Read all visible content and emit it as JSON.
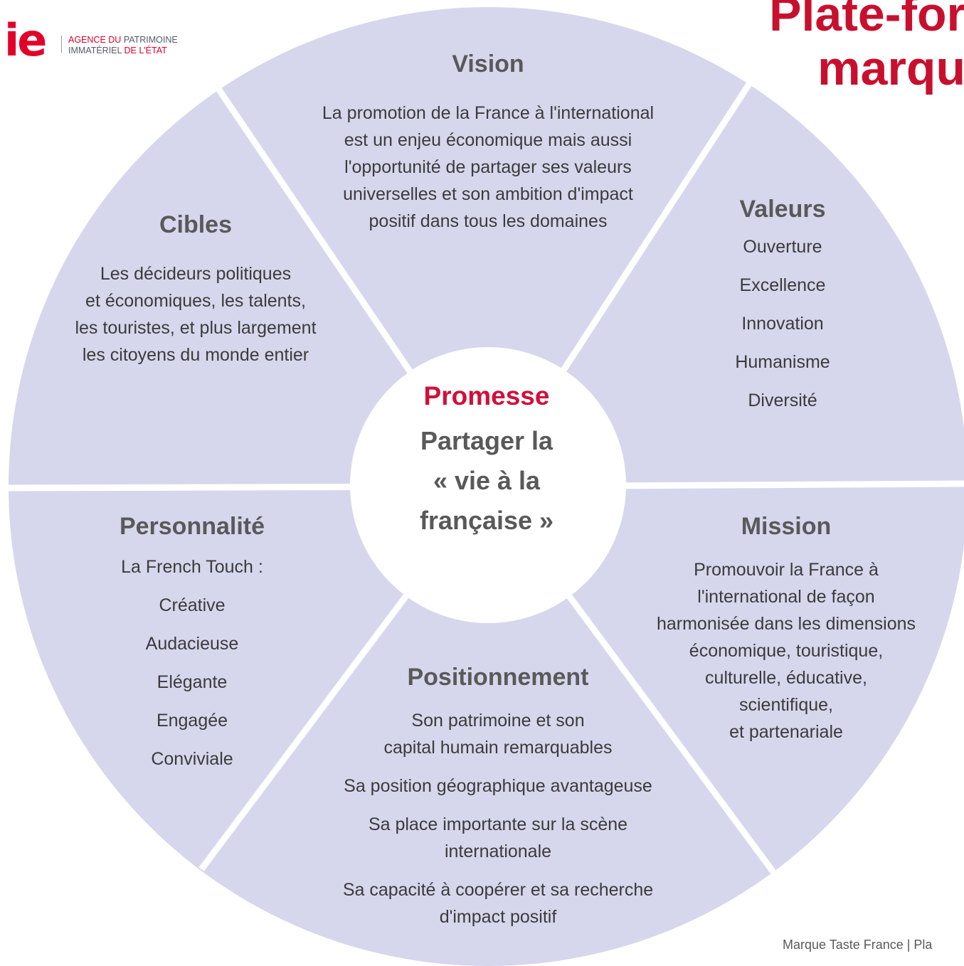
{
  "logo": {
    "mark": "ie",
    "line1_prefix": "AGENCE DU",
    "line1_rest": "PATRIMOINE",
    "line2_prefix": "IMMATÉRIEL",
    "line2_rest": "DE L'ÉTAT"
  },
  "title": {
    "line1": "Plate-for",
    "line2": "marqu"
  },
  "colors": {
    "segment": "#d6d7ec",
    "divider": "#ffffff",
    "accent": "#d10f3a",
    "heading": "#595959"
  },
  "center": {
    "title": "Promesse",
    "lines": [
      "Partager la",
      "« vie à la",
      "française »"
    ]
  },
  "segments": {
    "vision": {
      "heading": "Vision",
      "lines": [
        "La promotion de la France à l'international",
        "est un enjeu économique mais aussi",
        "l'opportunité de partager ses valeurs",
        "universelles et son ambition d'impact",
        "positif dans tous les domaines"
      ]
    },
    "valeurs": {
      "heading": "Valeurs",
      "items": [
        "Ouverture",
        "Excellence",
        "Innovation",
        "Humanisme",
        "Diversité"
      ]
    },
    "cibles": {
      "heading": "Cibles",
      "lines": [
        "Les décideurs politiques",
        "et économiques, les talents,",
        "les touristes, et plus largement",
        "les citoyens du monde entier"
      ]
    },
    "personnalite": {
      "heading": "Personnalité",
      "items": [
        "La French Touch :",
        "Créative",
        "Audacieuse",
        "Elégante",
        "Engagée",
        "Conviviale"
      ]
    },
    "mission": {
      "heading": "Mission",
      "lines": [
        "Promouvoir la France à",
        "l'international de façon",
        "harmonisée dans les dimensions",
        "économique, touristique,",
        "culturelle, éducative,",
        "scientifique,",
        "et partenariale"
      ]
    },
    "positionnement": {
      "heading": "Positionnement",
      "lines": [
        "Son patrimoine et son",
        "capital humain remarquables",
        "Sa position géographique avantageuse",
        "Sa place importante sur la scène",
        "internationale",
        "Sa capacité à coopérer et sa recherche",
        "d'impact positif"
      ]
    }
  },
  "footer": {
    "text": "Marque Taste France | Pla"
  }
}
